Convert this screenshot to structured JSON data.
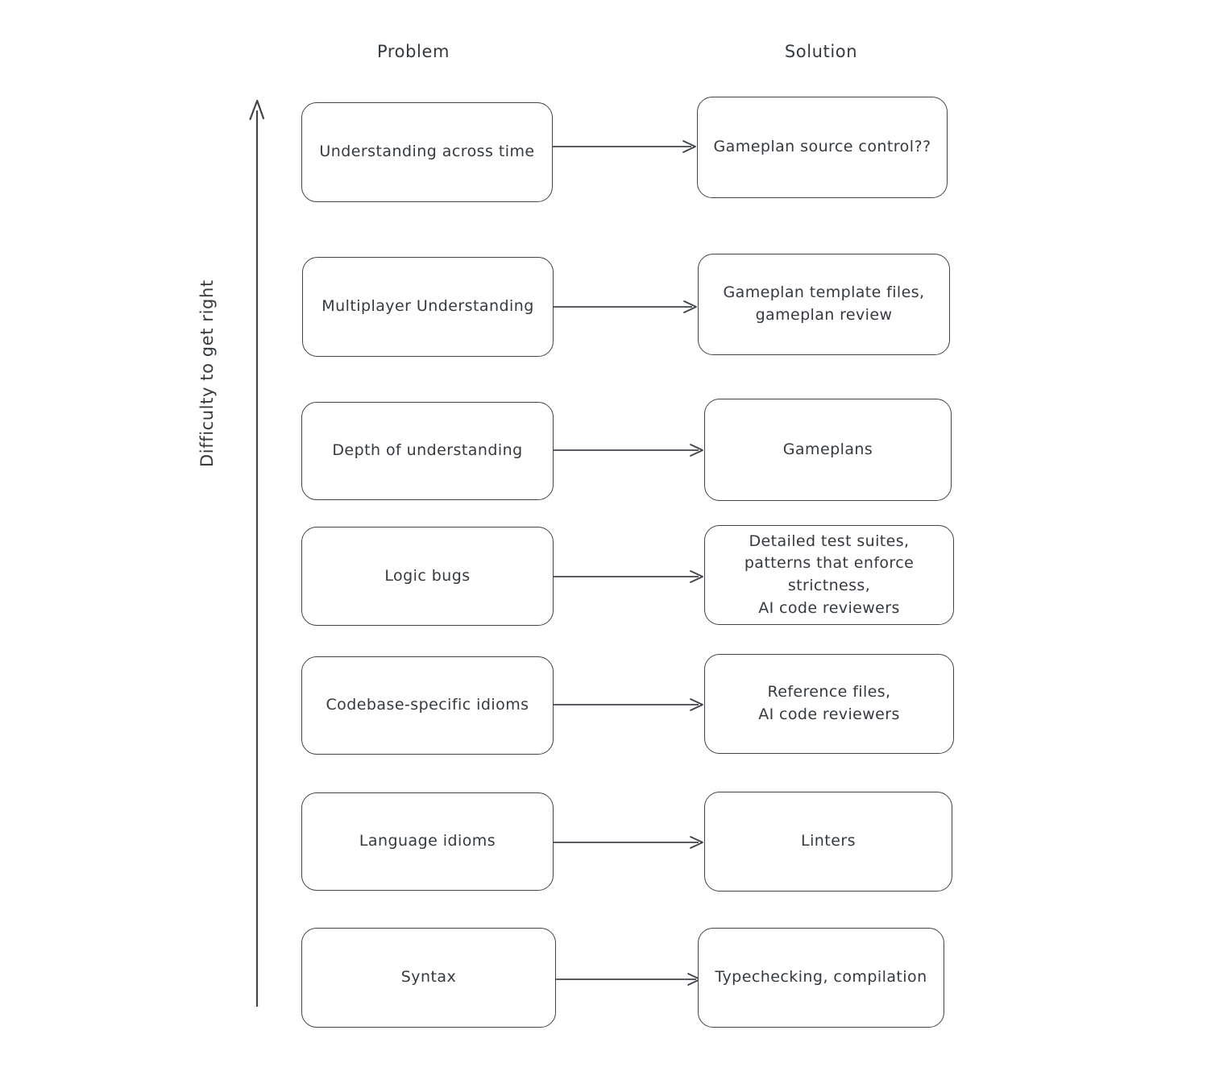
{
  "diagram": {
    "background_color": "#ffffff",
    "stroke_color": "#40454c",
    "text_color": "#343a40",
    "columns": {
      "problem_header": "Problem",
      "solution_header": "Solution"
    },
    "axis": {
      "label": "Difficulty to get right",
      "direction": "up",
      "arrow_icon": "arrow-up-icon"
    },
    "rows": [
      {
        "problem": "Understanding across time",
        "solution": "Gameplan source control??",
        "arrow_icon": "arrow-right-icon"
      },
      {
        "problem": "Multiplayer Understanding",
        "solution": "Gameplan template files,\ngameplan review",
        "arrow_icon": "arrow-right-icon"
      },
      {
        "problem": "Depth of understanding",
        "solution": "Gameplans",
        "arrow_icon": "arrow-right-icon"
      },
      {
        "problem": "Logic bugs",
        "solution": "Detailed test suites,\npatterns that enforce strictness,\nAI code reviewers",
        "arrow_icon": "arrow-right-icon"
      },
      {
        "problem": "Codebase-specific idioms",
        "solution": "Reference files,\nAI code reviewers",
        "arrow_icon": "arrow-right-icon"
      },
      {
        "problem": "Language idioms",
        "solution": "Linters",
        "arrow_icon": "arrow-right-icon"
      },
      {
        "problem": "Syntax",
        "solution": "Typechecking, compilation",
        "arrow_icon": "arrow-right-icon"
      }
    ]
  }
}
